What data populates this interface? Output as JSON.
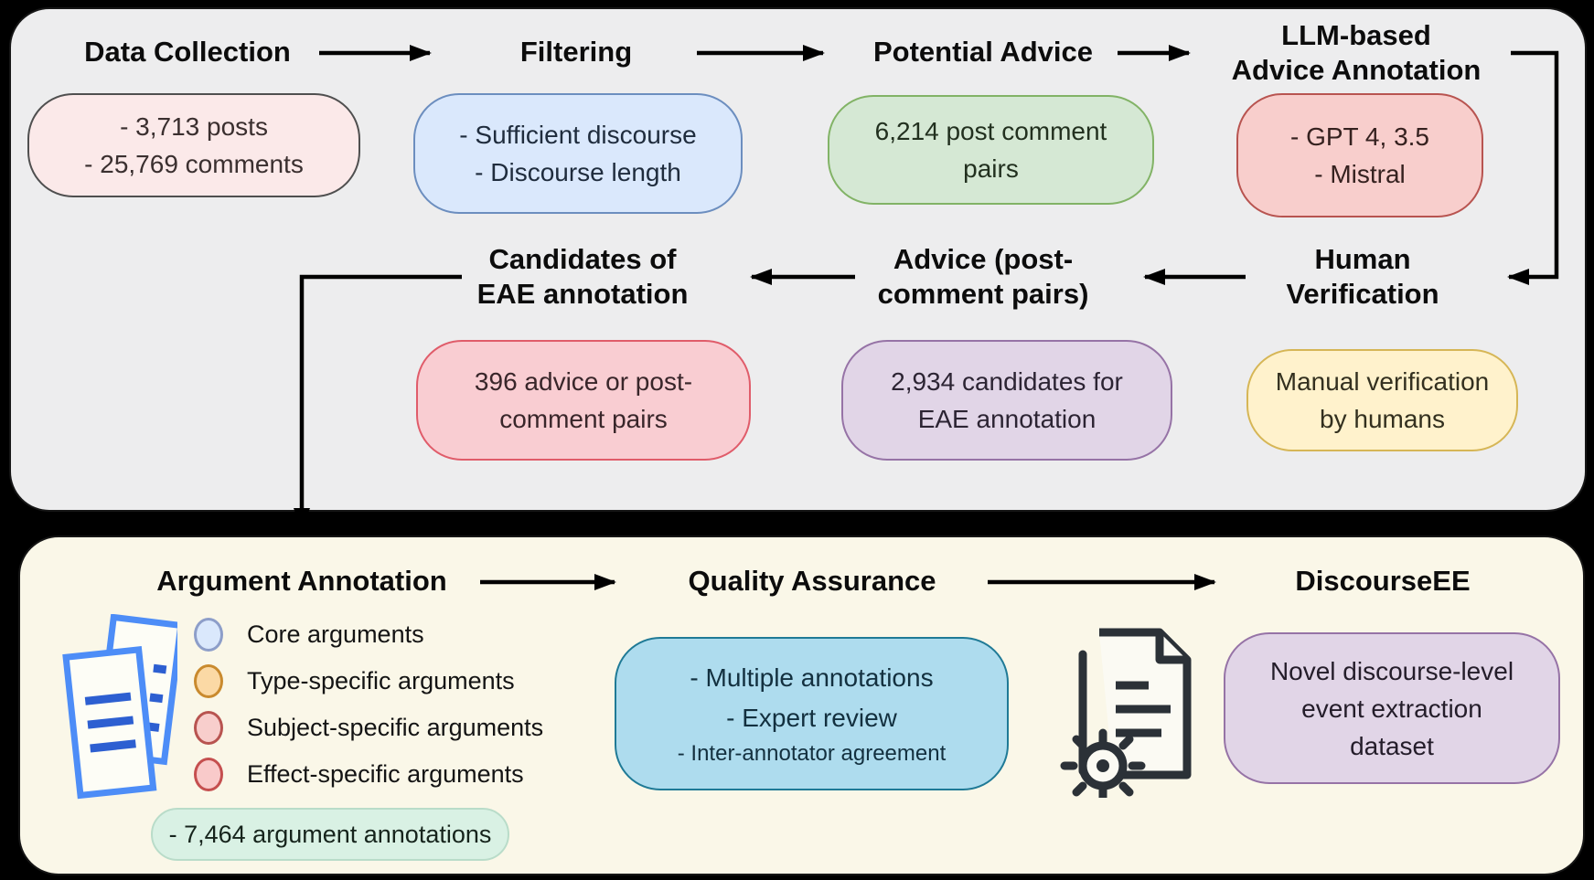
{
  "top_panel": {
    "step_data_collection": {
      "title": "Data Collection",
      "box": [
        "- 3,713 posts",
        "- 25,769 comments"
      ]
    },
    "step_filtering": {
      "title": "Filtering",
      "box": [
        "- Sufficient discourse",
        "- Discourse length"
      ]
    },
    "step_potential_advice": {
      "title": "Potential Advice",
      "box": [
        "6,214 post comment",
        "pairs"
      ]
    },
    "step_llm_annotation": {
      "title_line1": "LLM-based",
      "title_line2": "Advice Annotation",
      "box": [
        "- GPT 4, 3.5",
        "- Mistral"
      ]
    },
    "step_human_verification": {
      "title_line1": "Human",
      "title_line2": "Verification",
      "box": [
        "Manual verification",
        "by humans"
      ]
    },
    "step_advice_pairs": {
      "title_line1": "Advice (post-",
      "title_line2": "comment pairs)",
      "box": [
        "2,934 candidates for",
        "EAE annotation"
      ]
    },
    "step_candidates": {
      "title_line1": "Candidates of",
      "title_line2": "EAE annotation",
      "box": [
        "396 advice or post-",
        "comment pairs"
      ]
    }
  },
  "bottom_panel": {
    "step_argument_annotation": {
      "title": "Argument Annotation",
      "legend": [
        {
          "label": "Core arguments",
          "fill": "#dae8fc",
          "stroke": "#8d9ec9"
        },
        {
          "label": "Type-specific arguments",
          "fill": "#fbd9a5",
          "stroke": "#c98a2e"
        },
        {
          "label": "Subject-specific arguments",
          "fill": "#f8cecc",
          "stroke": "#b85450"
        },
        {
          "label": "Effect-specific arguments",
          "fill": "#f9caca",
          "stroke": "#c54f4f"
        }
      ],
      "count_box": "- 7,464 argument annotations"
    },
    "step_quality_assurance": {
      "title": "Quality Assurance",
      "box": [
        "- Multiple annotations",
        "- Expert review",
        "- Inter-annotator agreement"
      ]
    },
    "step_discoursee": {
      "title": "DiscourseEE",
      "box": [
        "Novel discourse-level",
        "event extraction",
        "dataset"
      ]
    }
  },
  "icons": {
    "documents_icon": "blue stacked annotated pages",
    "document_gear_icon": "dataset document with gear"
  },
  "palette": {
    "outer_background": "#000000",
    "top_panel_bg": "#ededee",
    "bottom_panel_bg": "#faf7e8",
    "pink_box": {
      "fill": "#fbe9e9",
      "stroke": "#4f4f4f"
    },
    "blue_box": {
      "fill": "#dae8fc",
      "stroke": "#6c8ebf"
    },
    "green_box": {
      "fill": "#d5e8d4",
      "stroke": "#82b366"
    },
    "red_box": {
      "fill": "#f8cecc",
      "stroke": "#b85450"
    },
    "bright_red_box": {
      "fill": "#f9cdd2",
      "stroke": "#e05c6a"
    },
    "purple_box": {
      "fill": "#e1d5e7",
      "stroke": "#9673a6"
    },
    "yellow_box": {
      "fill": "#fff2cc",
      "stroke": "#d6b656"
    },
    "teal_box": {
      "fill": "#aedcee",
      "stroke": "#1f7a96"
    },
    "mint_box": {
      "fill": "#d9f1e4",
      "stroke": "#b9dcc9"
    },
    "arrow": "#000000"
  }
}
